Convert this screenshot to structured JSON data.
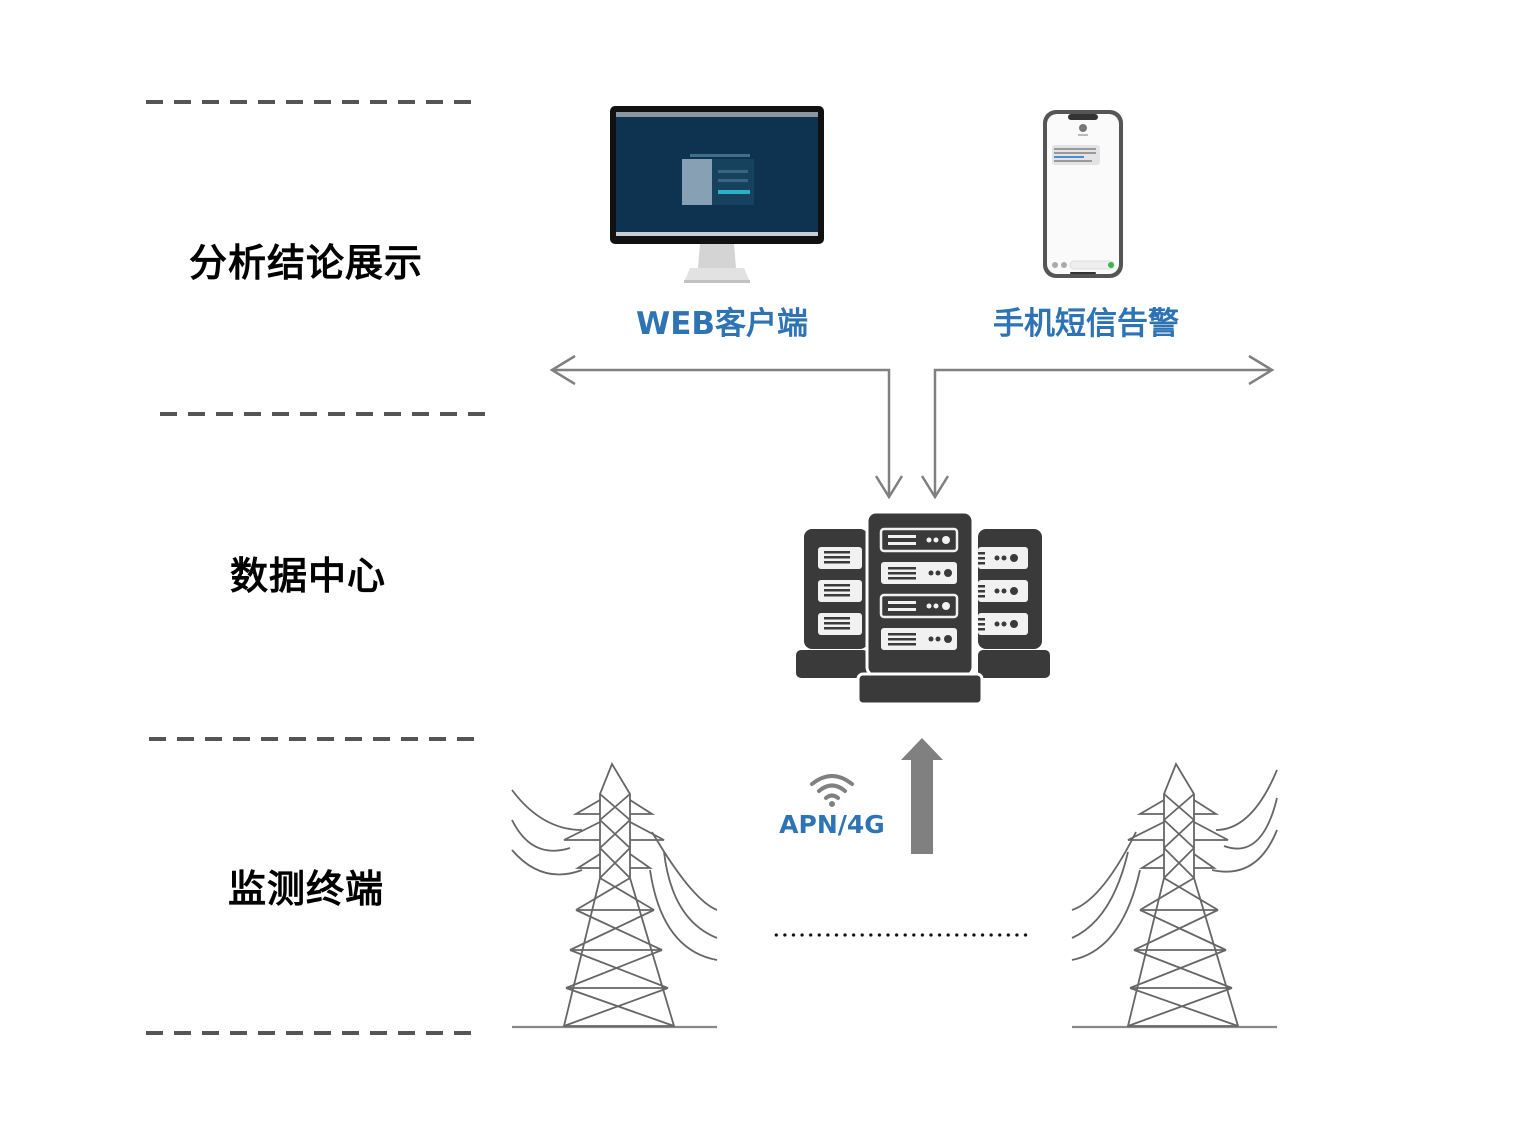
{
  "diagram": {
    "layers": [
      {
        "id": "presentation",
        "label": "分析结论展示"
      },
      {
        "id": "datacenter",
        "label": "数据中心"
      },
      {
        "id": "terminal",
        "label": "监测终端"
      }
    ],
    "clients": [
      {
        "id": "web",
        "label": "WEB客户端",
        "icon": "desktop-monitor-icon"
      },
      {
        "id": "sms",
        "label": "手机短信告警",
        "icon": "smartphone-icon"
      }
    ],
    "datacenter": {
      "icon": "server-rack-icon"
    },
    "network": {
      "label": "APN/4G",
      "icon": "wifi-signal-icon"
    },
    "terminals": {
      "icon": "transmission-tower-icon",
      "count_shown": 2,
      "ellipsis": "......................................"
    },
    "colors": {
      "label_text": "#000000",
      "accent_blue": "#2e74b5",
      "line_gray": "#808080",
      "dash_gray": "#555555",
      "server_dark": "#3a3a3a",
      "monitor_screen": "#0e3350"
    }
  }
}
